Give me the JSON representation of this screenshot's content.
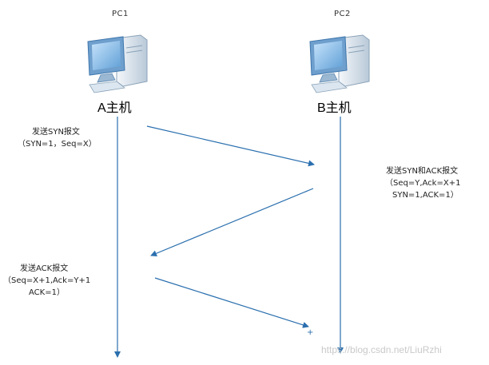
{
  "hosts": {
    "a": {
      "pc_label": "PC1",
      "name": "A主机"
    },
    "b": {
      "pc_label": "PC2",
      "name": "B主机"
    }
  },
  "messages": {
    "syn": {
      "title": "发送SYN报文",
      "detail": "（SYN=1，Seq=X）"
    },
    "synack": {
      "title": "发送SYN和ACK报文",
      "detail_1": "（Seq=Y,Ack=X+1",
      "detail_2": "SYN=1,ACK=1）"
    },
    "ack": {
      "title": "发送ACK报文",
      "detail_1": "（Seq=X+1,Ack=Y+1",
      "detail_2": "ACK=1）"
    }
  },
  "watermark": "https://blog.csdn.net/LiuRzhi",
  "colors": {
    "line": "#2a6fae",
    "monitor_frame": "#7aa6cf",
    "screen": "#8fc0ea",
    "tower": "#dfe8f0"
  },
  "icons": {
    "host_a": "computer-icon",
    "host_b": "computer-icon"
  }
}
